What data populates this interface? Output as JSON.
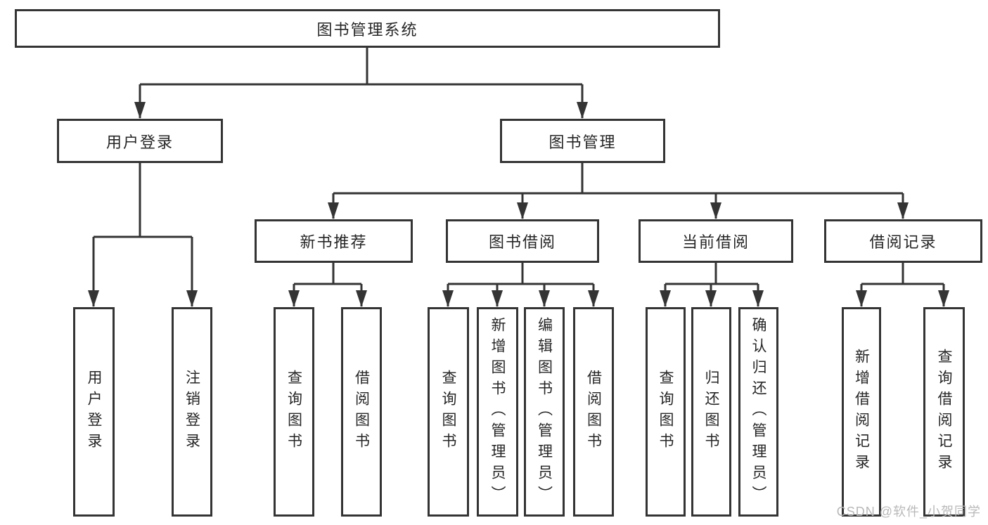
{
  "diagram": {
    "root": {
      "label": "图书管理系统"
    },
    "branches": [
      {
        "label": "用户登录",
        "children": [
          {
            "label": "用户登录"
          },
          {
            "label": "注销登录"
          }
        ]
      },
      {
        "label": "图书管理",
        "children": [
          {
            "label": "新书推荐",
            "children": [
              {
                "label": "查询图书"
              },
              {
                "label": "借阅图书"
              }
            ]
          },
          {
            "label": "图书借阅",
            "children": [
              {
                "label": "查询图书"
              },
              {
                "label": "新增图书（管理员）"
              },
              {
                "label": "编辑图书（管理员）"
              },
              {
                "label": "借阅图书"
              }
            ]
          },
          {
            "label": "当前借阅",
            "children": [
              {
                "label": "查询图书"
              },
              {
                "label": "归还图书"
              },
              {
                "label": "确认归还（管理员）"
              }
            ]
          },
          {
            "label": "借阅记录",
            "children": [
              {
                "label": "新增借阅记录"
              },
              {
                "label": "查询借阅记录"
              }
            ]
          }
        ]
      }
    ]
  },
  "watermark": "CSDN @软件_小贺同学",
  "colors": {
    "line": "#343434",
    "text": "#262626",
    "watermark": "#b9b9b9",
    "background": "#ffffff"
  }
}
